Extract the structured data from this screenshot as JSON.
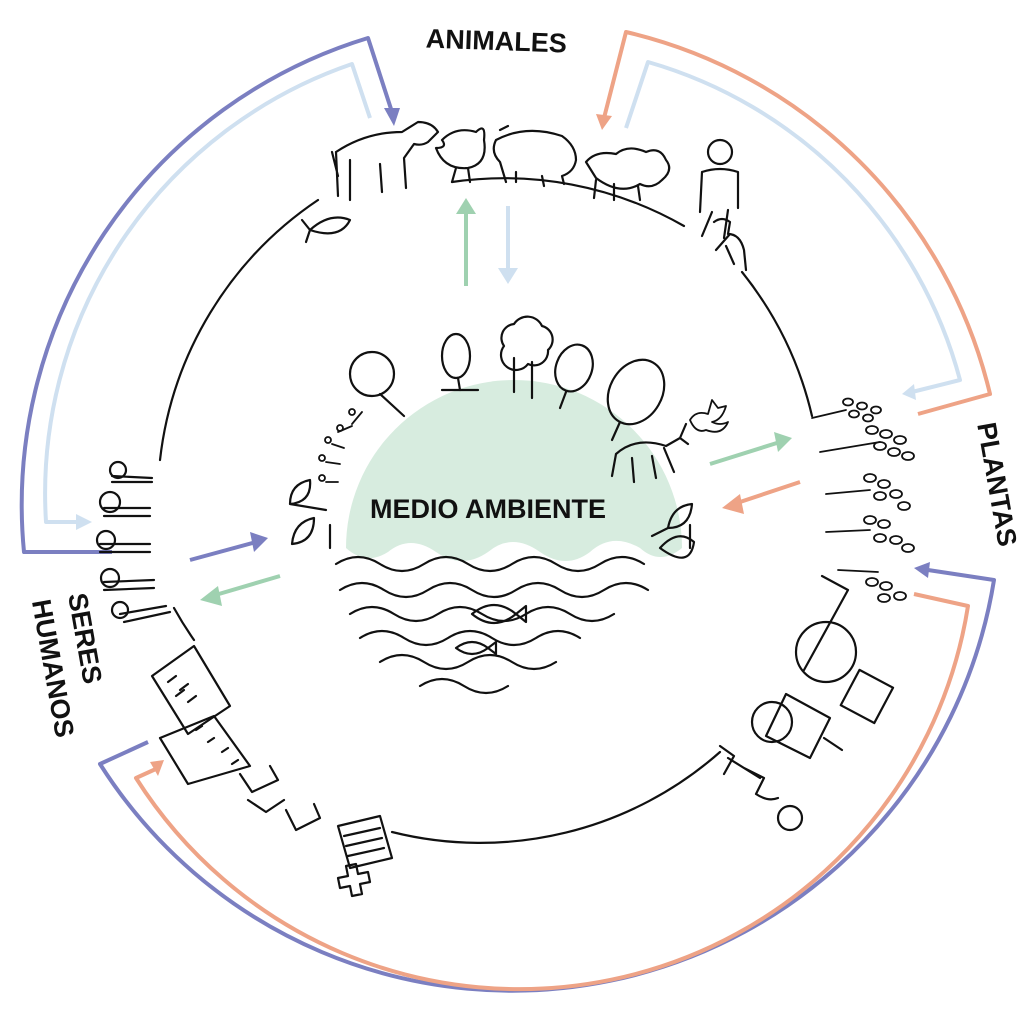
{
  "labels": {
    "center": "MEDIO AMBIENTE",
    "animals": "ANIMALES",
    "plants": "PLANTAS",
    "humans_line1": "SERES",
    "humans_line2": "HUMANOS"
  },
  "colors": {
    "purple": "#7b7fc1",
    "light_blue": "#cfe0f0",
    "orange": "#eea386",
    "green": "#9fd1b0",
    "water_fill": "#d7ecdf",
    "ink": "#111111"
  },
  "icons": [
    "cow-icon",
    "chicken-icon",
    "pig-icon",
    "sheep-icon",
    "farmer-icon",
    "dog-icon",
    "fish-icon",
    "tree-icon",
    "bat-icon",
    "deer-icon",
    "leaf-icon",
    "wave-icon",
    "people-icon",
    "building-icon",
    "hospital-icon",
    "tractor-icon",
    "worker-icon",
    "seed-icon"
  ]
}
